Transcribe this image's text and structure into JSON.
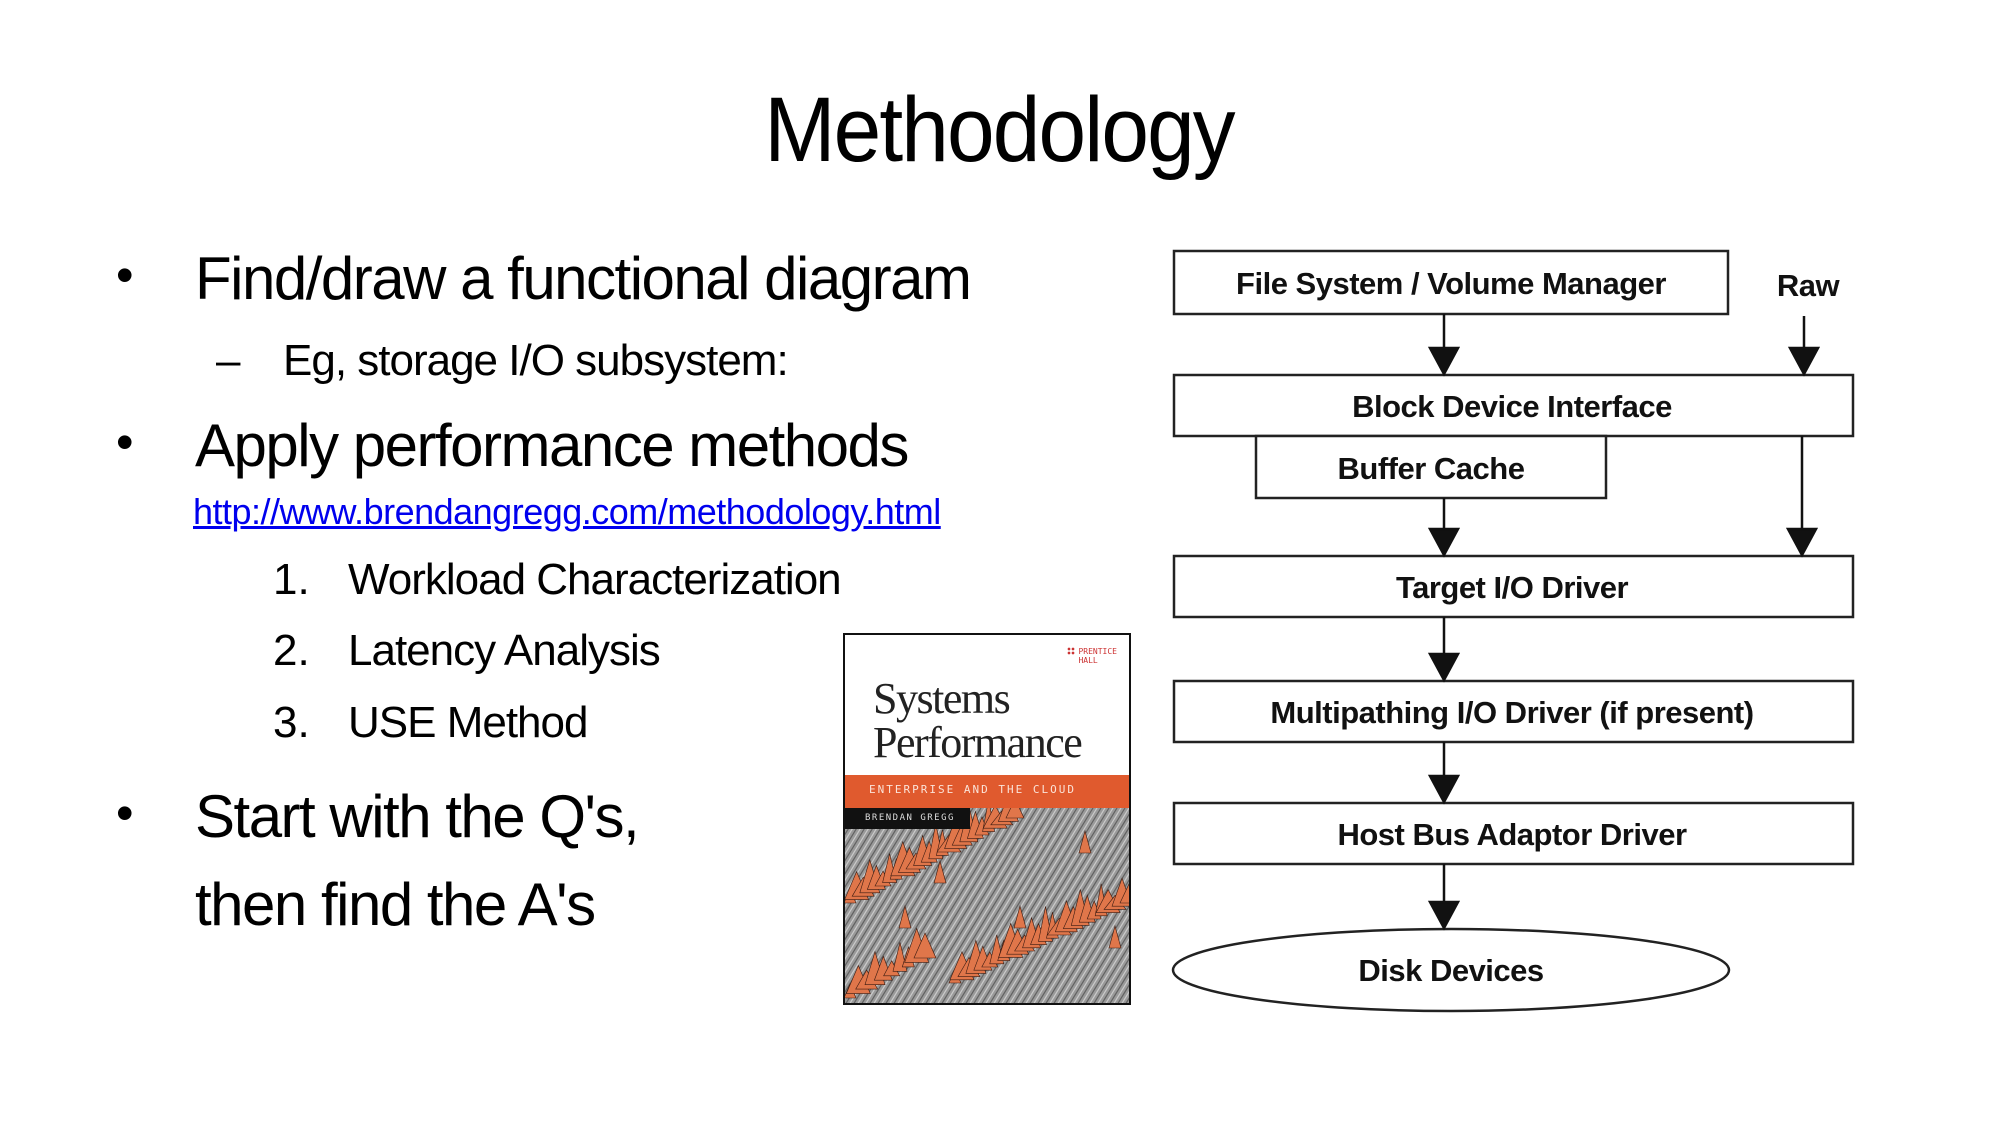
{
  "slide": {
    "title": "Methodology",
    "bullets": [
      {
        "marker": "•",
        "text": "Find/draw a functional diagram",
        "sub": {
          "marker": "–",
          "text": "Eg, storage I/O subsystem:"
        }
      },
      {
        "marker": "•",
        "text": "Apply performance methods",
        "link": "http://www.brendangregg.com/methodology.html",
        "numbered": [
          {
            "num": "1.",
            "text": "Workload Characterization"
          },
          {
            "num": "2.",
            "text": "Latency Analysis"
          },
          {
            "num": "3.",
            "text": "USE Method"
          }
        ]
      },
      {
        "marker": "•",
        "line1": "Start with the Q's,",
        "line2": "then find the A's"
      }
    ]
  },
  "book": {
    "publisher_line1": "PRENTICE",
    "publisher_line2": "HALL",
    "title_line1": "Systems",
    "title_line2": "Performance",
    "subtitle": "ENTERPRISE AND THE CLOUD",
    "author": "BRENDAN GREGG",
    "colors": {
      "band": "#e05a2e",
      "peaks": "#e0764a",
      "ground": "#9a9a9a"
    }
  },
  "diagram": {
    "boxes": {
      "fs": "File System / Volume Manager",
      "raw": "Raw",
      "bdi": "Block Device Interface",
      "cache": "Buffer Cache",
      "target": "Target I/O Driver",
      "multipath": "Multipathing I/O Driver (if present)",
      "hba": "Host Bus Adaptor Driver",
      "disk": "Disk Devices"
    }
  },
  "colors": {
    "link": "#0000ee",
    "text": "#000000",
    "stroke": "#222222"
  }
}
